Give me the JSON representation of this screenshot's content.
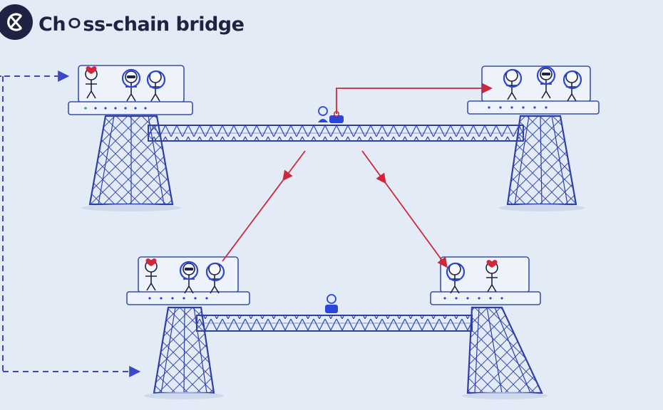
{
  "header": {
    "title": "Chㅇss-chain bridge",
    "logo_icon": "cross-chain-logo-icon"
  },
  "colors": {
    "background": "#e3ebf6",
    "sketch_line": "#2f3fa8",
    "dashed_arrow": "#3b47c4",
    "red_arrow": "#d0253b",
    "accent_blue": "#2a46d8",
    "heart_red": "#d2263a",
    "panel_fill": "#eef3fb",
    "dark": "#1d2340"
  },
  "diagram": {
    "bridges": [
      "top-bridge",
      "bottom-bridge"
    ],
    "platforms": [
      {
        "id": "top-left",
        "figures": [
          "figure-heart",
          "figure-glasses",
          "figure-ring"
        ]
      },
      {
        "id": "top-right",
        "figures": [
          "figure-ring",
          "figure-glasses",
          "figure-ring"
        ]
      },
      {
        "id": "bottom-left",
        "figures": [
          "figure-heart",
          "figure-glasses",
          "figure-ring"
        ]
      },
      {
        "id": "bottom-right",
        "figures": [
          "figure-ring",
          "figure-heart"
        ]
      }
    ],
    "arrows": [
      {
        "from": "left-margin",
        "to": "top-left-platform",
        "style": "dashed"
      },
      {
        "from": "left-margin",
        "to": "bottom-left-bridge",
        "style": "dashed"
      },
      {
        "from": "top-bridge-center",
        "to": "top-right-platform",
        "style": "solid-red"
      },
      {
        "from": "top-bridge-center",
        "to": "bottom-left-platform",
        "style": "solid-red"
      },
      {
        "from": "top-bridge-center",
        "to": "bottom-right-platform",
        "style": "solid-red"
      }
    ]
  }
}
